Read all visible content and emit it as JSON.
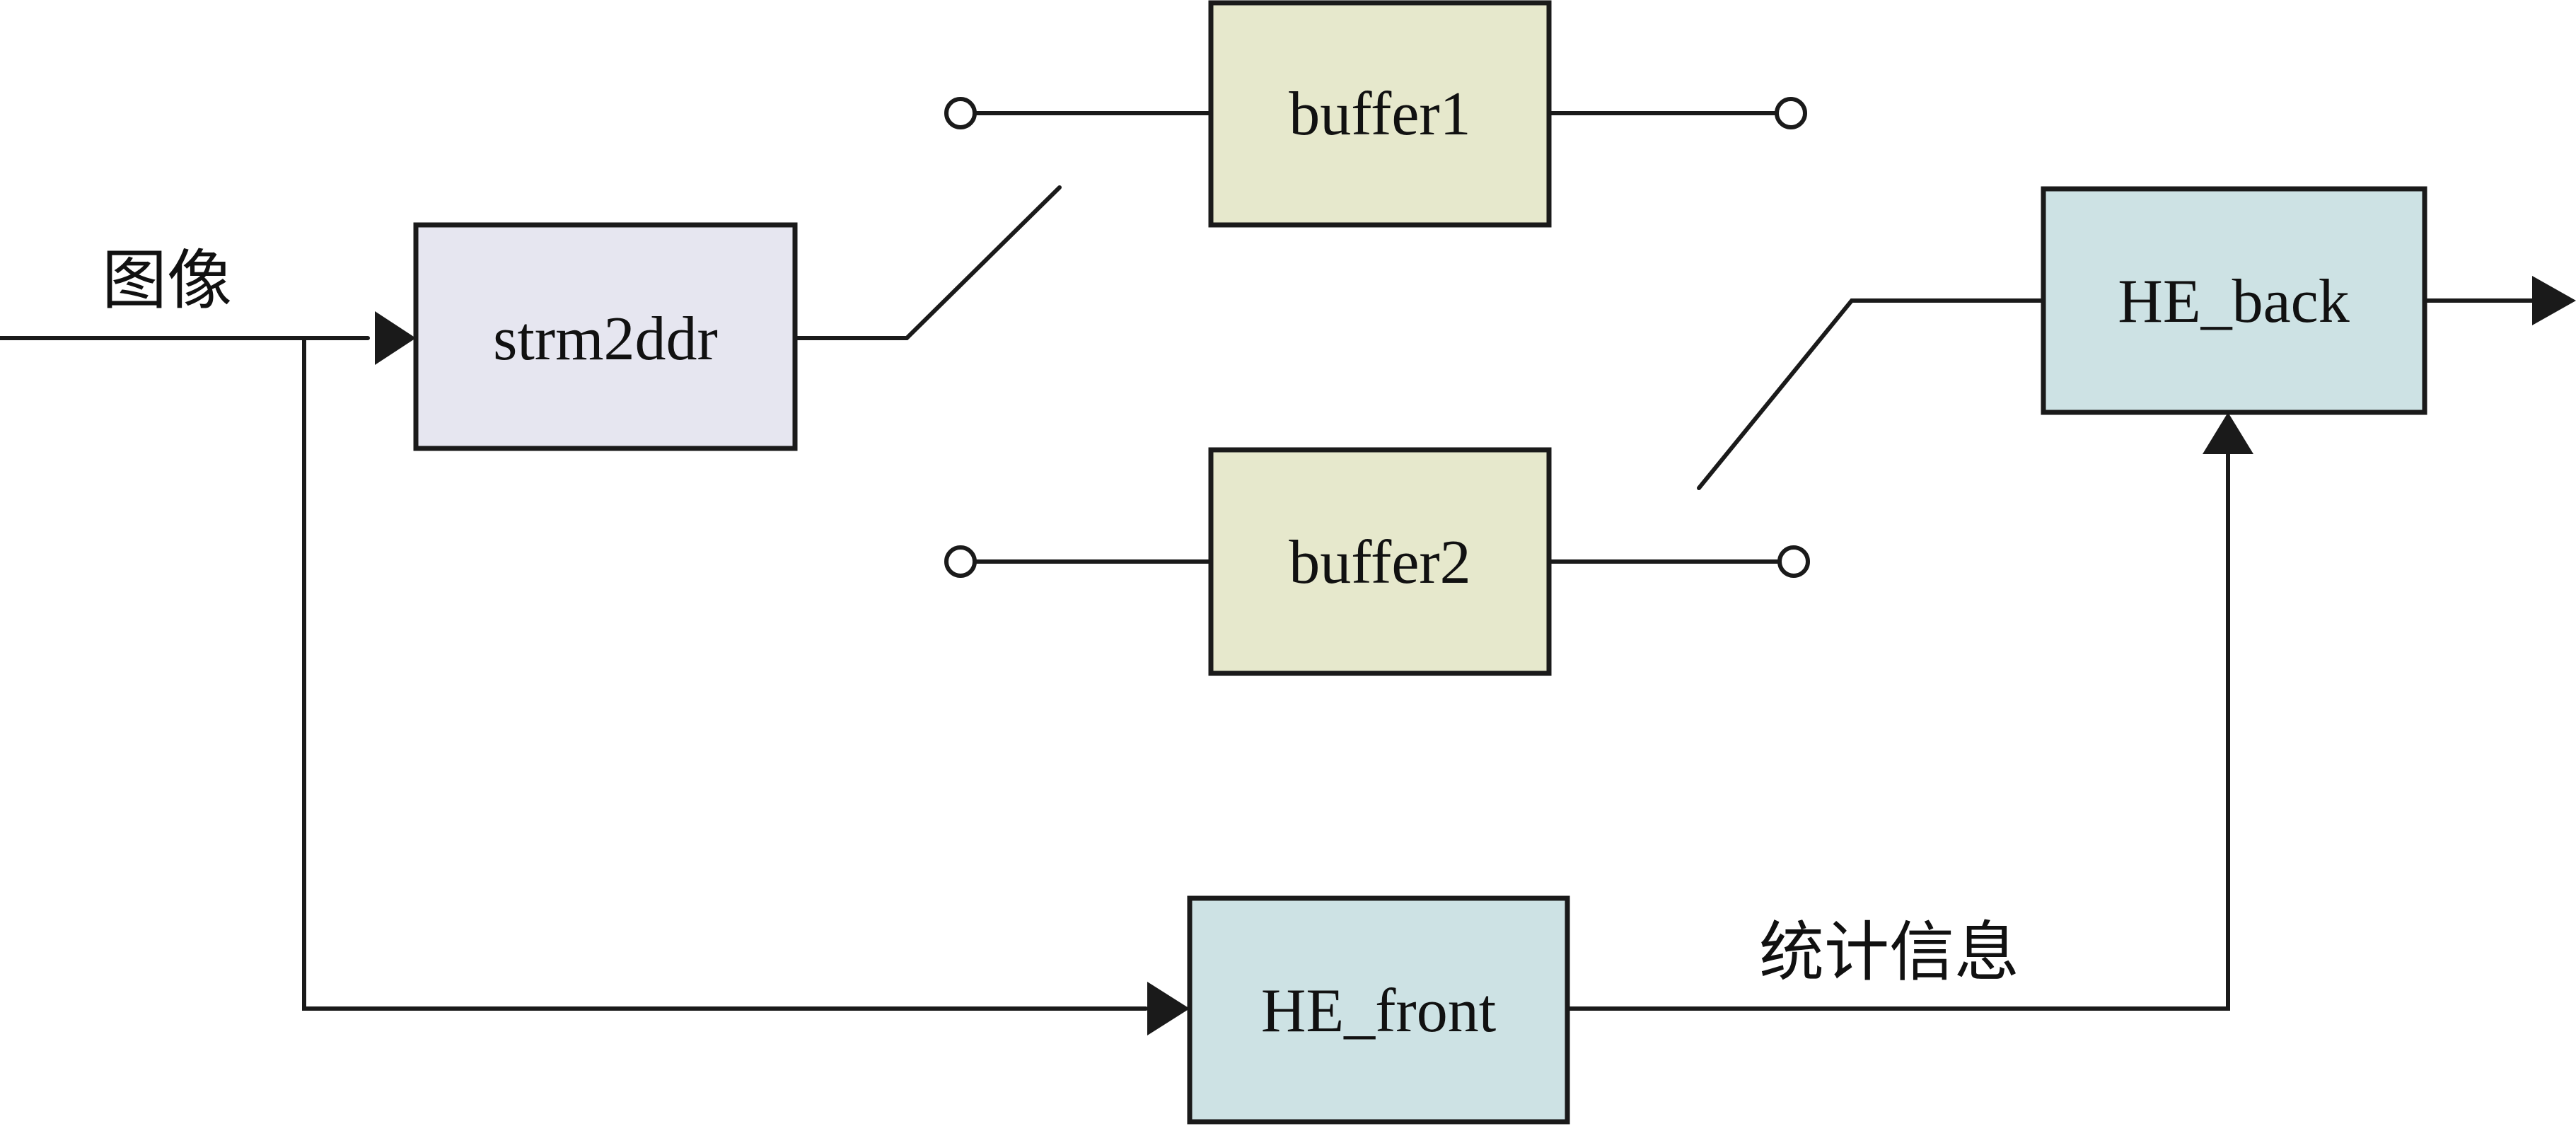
{
  "diagram": {
    "input_label": "图像",
    "stats_label": "统计信息",
    "blocks": {
      "strm2ddr": {
        "label": "strm2ddr",
        "fill": "#e6e6f0"
      },
      "buffer1": {
        "label": "buffer1",
        "fill": "#e6e8cc"
      },
      "buffer2": {
        "label": "buffer2",
        "fill": "#e6e8cc"
      },
      "he_back": {
        "label": "HE_back",
        "fill": "#cde2e4"
      },
      "he_front": {
        "label": "HE_front",
        "fill": "#cde2e4"
      }
    },
    "stroke_color": "#1a1a1a"
  }
}
